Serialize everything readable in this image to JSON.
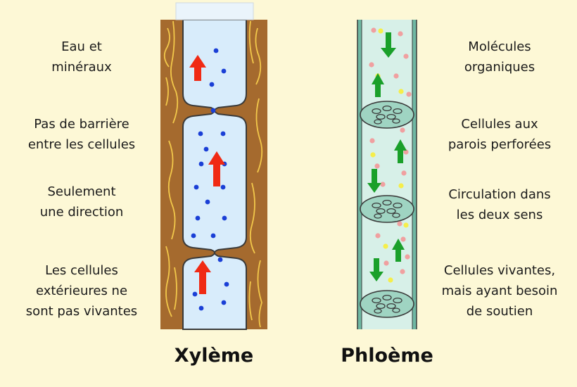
{
  "xylem": {
    "title": "Xylème",
    "labels": [
      [
        "Eau et",
        "minéraux"
      ],
      [
        "Pas de barrière",
        "entre les cellules"
      ],
      [
        "Seulement",
        "une direction"
      ],
      [
        "Les cellules",
        "extérieures ne",
        "sont pas vivantes"
      ]
    ]
  },
  "phloem": {
    "title": "Phloème",
    "labels": [
      [
        "Molécules",
        "organiques"
      ],
      [
        "Cellules aux",
        "parois perforées"
      ],
      [
        "Circulation dans",
        "les deux sens"
      ],
      [
        "Cellules vivantes,",
        "mais ayant besoin",
        "de soutien"
      ]
    ]
  },
  "colors": {
    "background": "#fdf8d6",
    "bark": "#a56a2e",
    "bark_vein": "#f2c84b",
    "xylem_fluid": "#d8ecfb",
    "phloem_fluid": "#d7f0e8",
    "phloem_wall": "#6fb8a3",
    "sieve_plate": "#9fd4c2",
    "red_arrow": "#f02a14",
    "green_arrow": "#1aa02a",
    "dot_blue": "#1a3fd6",
    "dot_pink": "#f0a0a0",
    "dot_yellow": "#f5ee4a"
  }
}
